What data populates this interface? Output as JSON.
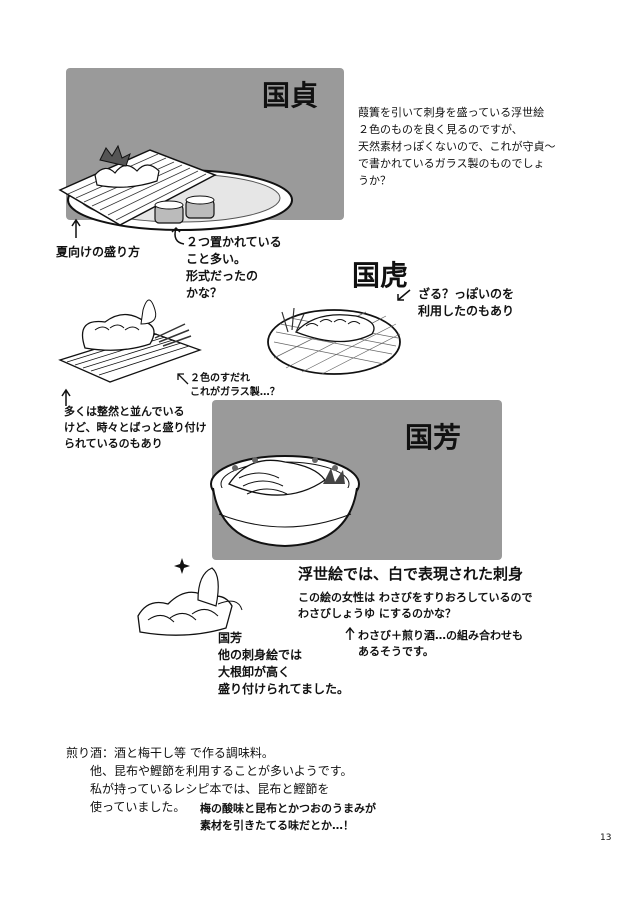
{
  "page": {
    "page_number": "13",
    "sections": {
      "kunisada": {
        "title": "国貞",
        "description": "葭簀を引いて刺身を盛っている浮世絵\n２色のものを良く見るのですが、\n天然素材っぽくないので、これが守貞〜\nで書かれているガラス製のものでしょ\nうか？",
        "caption_summer": "夏向けの盛り方",
        "caption_two": "２つ置かれている\nこと多い。\n形式だったの\nかな？",
        "caption_sudare": "２色のすだれ\nこれがガラス製…？",
        "caption_kiri": "多くは整然と並んでいる\nけど、時々とばっと盛り付け\nられているのもあり"
      },
      "kunitora": {
        "title": "国虎",
        "caption_zaru": "ざる？っぽいのを\n利用したのもあり"
      },
      "kuniyoshi": {
        "title": "国芳",
        "heading": "浮世絵では、白で表現された刺身",
        "caption_wasabi": "この絵の女性は わさびをすりおろしているので\nわさびしょうゆ にするのかな？",
        "caption_irizake": "わさび＋煎り酒…の組み合わせも\nあるそうです。",
        "caption_daikon": "国芳\n他の刺身絵では\n大根卸が高く\n盛り付けられてました。"
      }
    },
    "footnote": {
      "lines": [
        "煎り酒：酒と梅干し等 で作る調味料。",
        "他、昆布や鰹節を利用することが多いようです。",
        "私が持っているレシピ本では、昆布と鰹節を",
        "使っていました。"
      ],
      "handwritten": "梅の酸味と昆布とかつおのうまみが\n素材を引きたてる味だとか…！"
    }
  }
}
